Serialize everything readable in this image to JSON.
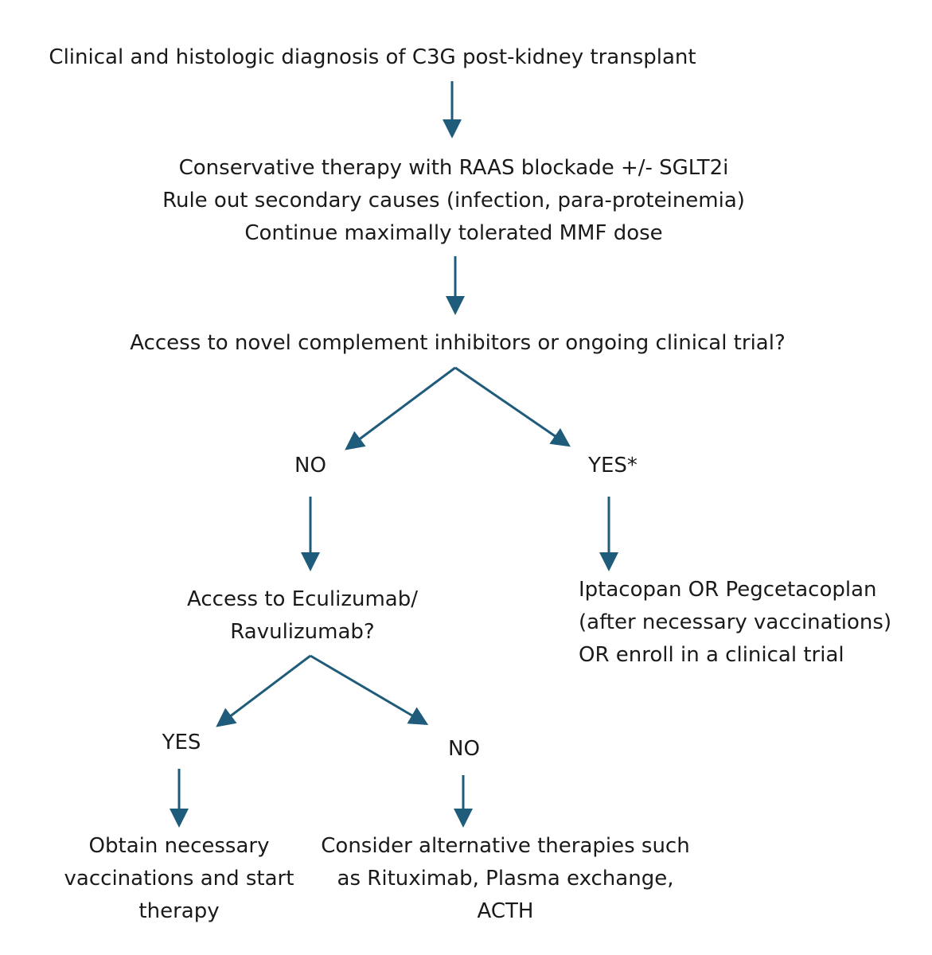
{
  "colors": {
    "arrow": "#1f5b7a",
    "text": "#1a1a1a",
    "background": "#ffffff"
  },
  "diagram": {
    "step1": {
      "lines": [
        "Clinical and histologic diagnosis of C3G post-kidney transplant"
      ]
    },
    "step2": {
      "lines": [
        "Conservative therapy with RAAS blockade +/- SGLT2i",
        "Rule out secondary causes (infection, para-proteinemia)",
        "Continue maximally tolerated MMF dose"
      ]
    },
    "question1": {
      "lines": [
        "Access to novel complement inhibitors or ongoing clinical trial?"
      ]
    },
    "no1": {
      "label": "NO"
    },
    "yes1": {
      "label": "YES*"
    },
    "question2": {
      "lines": [
        "Access to Eculizumab/",
        "Ravulizumab?"
      ]
    },
    "outcome_yes1": {
      "lines": [
        "Iptacopan OR Pegcetacoplan",
        "(after necessary vaccinations)",
        "OR enroll in a clinical trial"
      ]
    },
    "yes2": {
      "label": "YES"
    },
    "no2": {
      "label": "NO"
    },
    "outcome_yes2": {
      "lines": [
        "Obtain necessary",
        "vaccinations and start",
        "therapy"
      ]
    },
    "outcome_no2": {
      "lines": [
        "Consider alternative therapies such",
        "as Rituximab, Plasma exchange,",
        "ACTH"
      ]
    }
  }
}
